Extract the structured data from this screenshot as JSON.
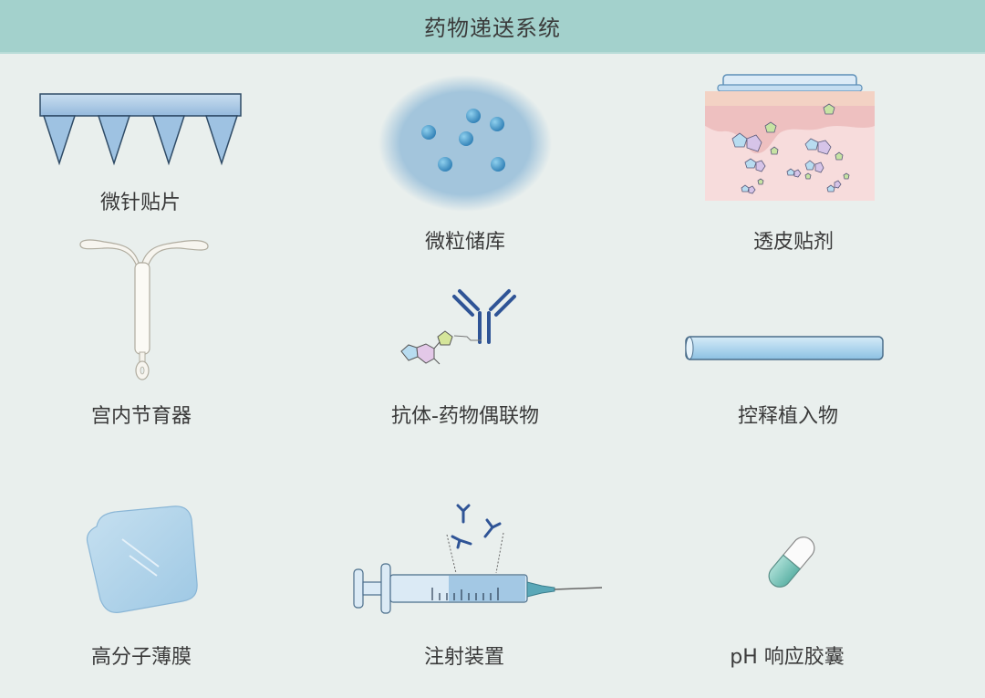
{
  "header": {
    "title": "药物递送系统"
  },
  "items": [
    {
      "label": "微针贴片",
      "icon": "microneedle-patch-icon"
    },
    {
      "label": "微粒储库",
      "icon": "microparticle-depot-icon"
    },
    {
      "label": "透皮贴剂",
      "icon": "transdermal-patch-icon"
    },
    {
      "label": "宫内节育器",
      "icon": "intrauterine-device-icon"
    },
    {
      "label": "抗体-药物偶联物",
      "icon": "antibody-drug-conjugate-icon"
    },
    {
      "label": "控释植入物",
      "icon": "controlled-release-implant-icon"
    },
    {
      "label": "高分子薄膜",
      "icon": "polymer-film-icon"
    },
    {
      "label": "注射装置",
      "icon": "injection-device-icon"
    },
    {
      "label": "pH 响应胶囊",
      "icon": "ph-responsive-capsule-icon"
    }
  ],
  "colors": {
    "header": "#a3d1cc",
    "background": "#e9efed",
    "accent_blue": "#9cc4e0",
    "antibody": "#2f5496",
    "capsule_teal": "#88c9c0"
  }
}
